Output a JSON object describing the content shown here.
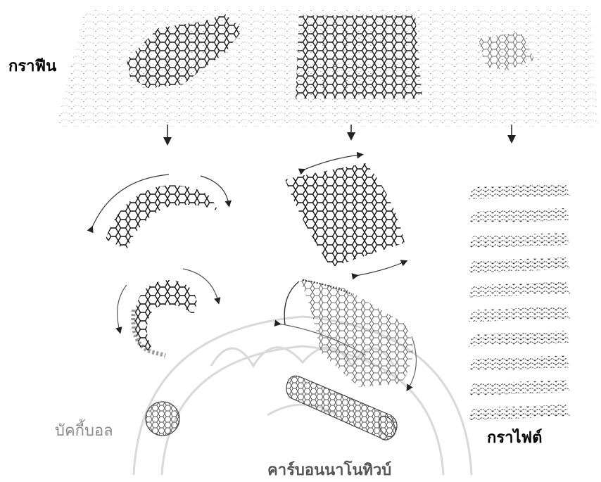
{
  "labels": {
    "graphene": "กราฟีน",
    "buckyball": "บัคกี้บอล",
    "nanotube": "คาร์บอนนาโนทิวบ์",
    "graphite": "กราไฟต์"
  },
  "colors": {
    "lattice_dark": "#111111",
    "lattice_gray": "#6f6f6f",
    "sheet_dots": "#9a9a9a",
    "watermark": "#d9d9d9",
    "arrow": "#222222"
  },
  "graphite_layer_count": 10
}
